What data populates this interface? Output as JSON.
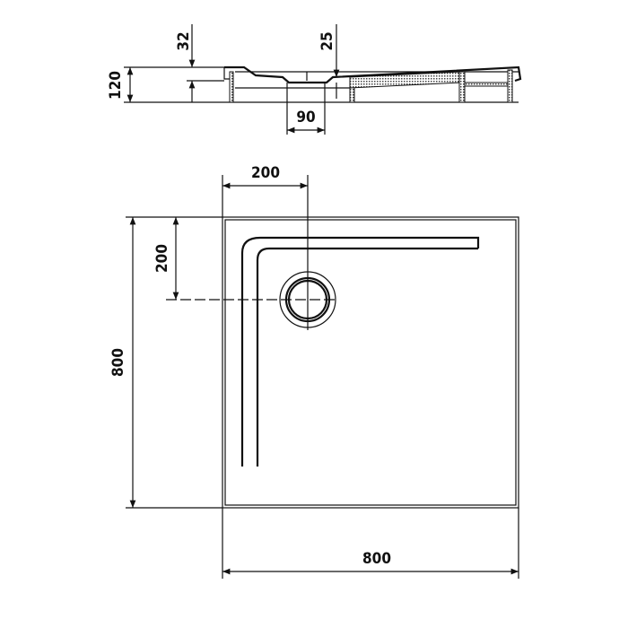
{
  "section_view": {
    "dim_height": "120",
    "dim_rim_depth": "32",
    "dim_drain_depth": "25",
    "dim_drain_width": "90"
  },
  "plan_view": {
    "dim_drain_offset_x": "200",
    "dim_drain_offset_y": "200",
    "dim_depth": "800",
    "dim_width": "800"
  },
  "colors": {
    "line": "#111111",
    "background": "#ffffff"
  }
}
